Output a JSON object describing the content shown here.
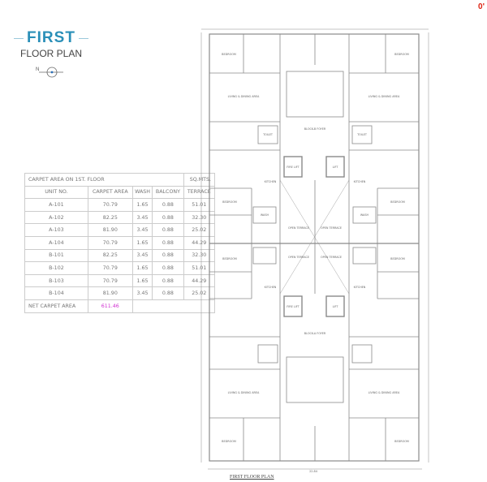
{
  "header": {
    "title": "FIRST",
    "subtitle": "FLOOR PLAN",
    "north_label": "N",
    "corner_mark": "0'"
  },
  "table": {
    "title": "CARPET AREA ON 1ST. FLOOR",
    "unit": "SQ.MTS.",
    "columns": [
      "UNIT NO.",
      "CARPET AREA",
      "WASH",
      "BALCONY",
      "TERRACE"
    ],
    "rows": [
      [
        "A-101",
        "70.79",
        "1.65",
        "0.88",
        "51.01"
      ],
      [
        "A-102",
        "82.25",
        "3.45",
        "0.88",
        "32.30"
      ],
      [
        "A-103",
        "81.90",
        "3.45",
        "0.88",
        "25.02"
      ],
      [
        "A-104",
        "70.79",
        "1.65",
        "0.88",
        "44.29"
      ],
      [
        "B-101",
        "82.25",
        "3.45",
        "0.88",
        "32.30"
      ],
      [
        "B-102",
        "70.79",
        "1.65",
        "0.88",
        "51.01"
      ],
      [
        "B-103",
        "70.79",
        "1.65",
        "0.88",
        "44.29"
      ],
      [
        "B-104",
        "81.90",
        "3.45",
        "0.88",
        "25.02"
      ]
    ],
    "net_label": "NET CARPET AREA",
    "net_value": "611.46"
  },
  "plan": {
    "title": "FIRST FLOOR PLAN",
    "overall_dim": "22.84",
    "labels": {
      "foyer_b": "BLOCK-B FOYER",
      "foyer_a": "BLOCK-A FOYER",
      "fire_lift": "FIRE LIFT",
      "lift": "LIFT",
      "kitchen": "KITCHEN",
      "bedroom": "BEDROOM",
      "toilet": "TOILET",
      "wash": "WASH",
      "living": "LIVING & DINING AREA",
      "terrace": "OPEN TERRACE"
    }
  },
  "colors": {
    "title": "#2a8fb8",
    "net_value": "#d02fd0",
    "lines": "#8a8a8a"
  }
}
